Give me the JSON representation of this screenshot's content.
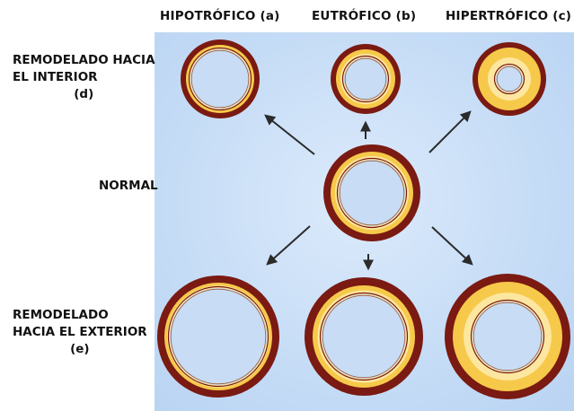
{
  "columns": {
    "a": "HIPOTRÓFICO (a)",
    "b": "EUTRÓFICO (b)",
    "c": "HIPERTRÓFICO (c)"
  },
  "rows": {
    "inward": {
      "line1": "REMODELADO HACIA",
      "line2": "EL INTERIOR",
      "line3": "(d)"
    },
    "normal": "NORMAL",
    "outward": {
      "line1": "REMODELADO",
      "line2": "HACIA EL EXTERIOR",
      "line3": "(e)"
    }
  },
  "colors": {
    "adventitia": "#7a1a12",
    "media": "#f6c94a",
    "media_light": "#fde7a0",
    "lumen": "#c8dcf5",
    "arrow": "#2b2b2b",
    "panel": "#c5dcf6"
  }
}
